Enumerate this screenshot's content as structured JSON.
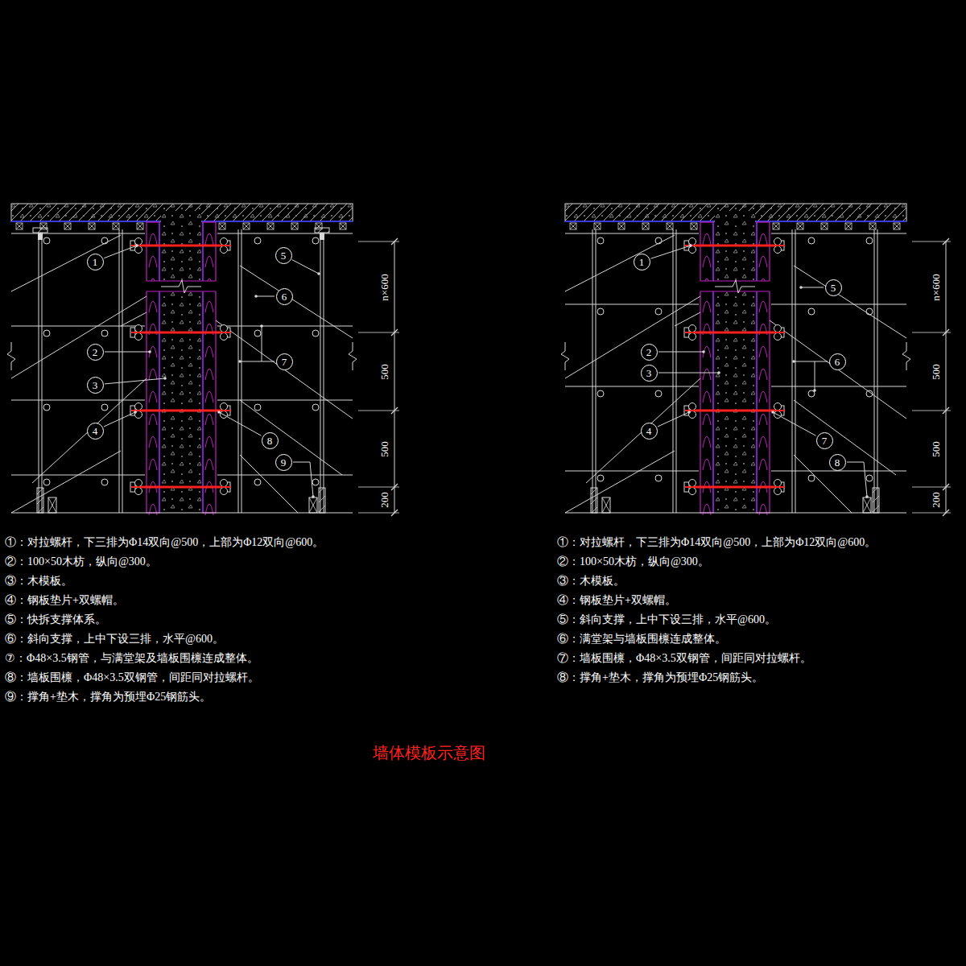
{
  "diagram": {
    "title": "墙体模板示意图",
    "labels": [
      "1",
      "2",
      "3",
      "4",
      "5",
      "6",
      "7",
      "8",
      "9",
      "n×600",
      "500",
      "500",
      "200",
      "①：对拉螺杆，下三排为Φ14双向@500，上部为Φ12双向@600。",
      "②：100×50木枋，纵向@300。",
      "③：木模板。",
      "④：钢板垫片+双螺帽。",
      "⑤：快拆支撑体系。",
      "⑥：斜向支撑，上中下设三排，水平@600。",
      "⑦：Φ48×3.5钢管，与满堂架及墙板围檩连成整体。",
      "⑧：墙板围檩，Φ48×3.5双钢管，间距同对拉螺杆。",
      "⑨：撑角+垫木，撑角为预埋Φ25钢筋头。",
      "1",
      "2",
      "3",
      "4",
      "5",
      "6",
      "7",
      "8",
      "n×600",
      "500",
      "500",
      "200",
      "①：对拉螺杆，下三排为Φ14双向@500，上部为Φ12双向@600。",
      "②：100×50木枋，纵向@300。",
      "③：木模板。",
      "④：钢板垫片+双螺帽。",
      "⑤：斜向支撑，上中下设三排，水平@600。",
      "⑥：满堂架与墙板围檩连成整体。",
      "⑦：墙板围檩，Φ48×3.5双钢管，间距同对拉螺杆。",
      "⑧：撑角+垫木，撑角为预埋Φ25钢筋头。"
    ]
  }
}
